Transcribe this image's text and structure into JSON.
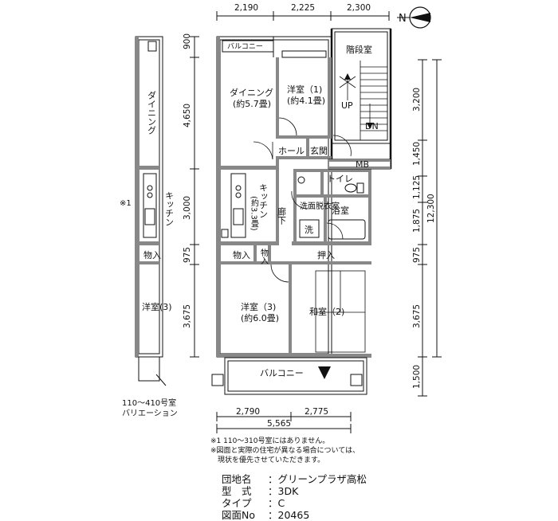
{
  "rooms": {
    "balcony_top": "バルコニー",
    "dining": "ダイニング",
    "dining_size": "(約5.7畳)",
    "room1": "洋室（1)",
    "room1_size": "(約4.1畳)",
    "stairwell": "階段室",
    "up": "UP",
    "dn": "DN",
    "hall": "ホール",
    "entrance": "玄関",
    "mb": "MB",
    "toilet": "トイレ",
    "corridor": "廊下",
    "washroom": "洗面脱衣室",
    "bath": "浴室",
    "washer": "洗",
    "kitchen": "キッチン",
    "kitchen_size": "(約3.3畳)",
    "storage1": "物入",
    "storage2": "物入",
    "closet": "押入",
    "room3": "洋室（3)",
    "room3_size": "(約6.0畳)",
    "washitsu": "和室（2)",
    "balcony_bottom": "バルコニー"
  },
  "variation": {
    "dining": "ダイニング",
    "kitchen": "キッチン",
    "storage": "物入",
    "room3": "洋室(3)",
    "mark": "※1",
    "caption_line1": "110～410号室",
    "caption_line2": "バリエーション"
  },
  "dimensions": {
    "top": [
      "2,190",
      "2,225",
      "2,300"
    ],
    "left": [
      "900",
      "4,650",
      "3,000",
      "975",
      "3,675"
    ],
    "right_inner": [
      "3,200",
      "1,450",
      "1,125",
      "1,875",
      "975",
      "3,675",
      "1,500"
    ],
    "right_total": "12,300",
    "bottom": [
      "2,790",
      "2,775"
    ],
    "bottom_total": "5,565"
  },
  "compass": "N",
  "notes": [
    "※1 110～310号室にはありません。",
    "※図面と実際の住宅が異なる場合については、",
    "　現状を優先させていただきます。"
  ],
  "info": {
    "project_label": "団地名",
    "project": "グリーンプラザ高松",
    "type_label": "型　式",
    "type": "3DK",
    "subtype_label": "タイプ",
    "subtype": "C",
    "drawing_label": "図面No",
    "drawing": "20465"
  }
}
